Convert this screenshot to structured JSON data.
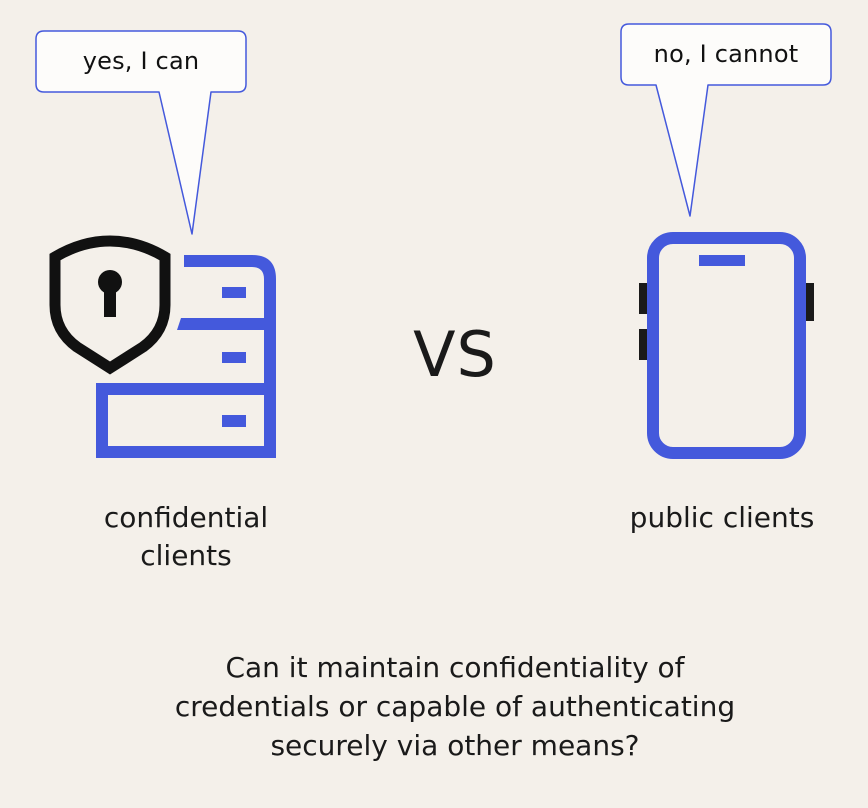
{
  "left": {
    "bubble_text": "yes, I can",
    "label_line1": "confidential",
    "label_line2": "clients",
    "icon": "shield-lock-server-icon"
  },
  "center": {
    "vs_text": "VS"
  },
  "right": {
    "bubble_text": "no, I cannot",
    "label": "public clients",
    "icon": "mobile-phone-icon"
  },
  "question": {
    "line1": "Can it maintain confidentiality of",
    "line2": "credentials or capable of authenticating",
    "line3": "securely via other means?"
  },
  "colors": {
    "background": "#f4f0ea",
    "accent_blue": "#4459dc",
    "bubble_fill": "#fdfcfa",
    "icon_black": "#111111"
  }
}
